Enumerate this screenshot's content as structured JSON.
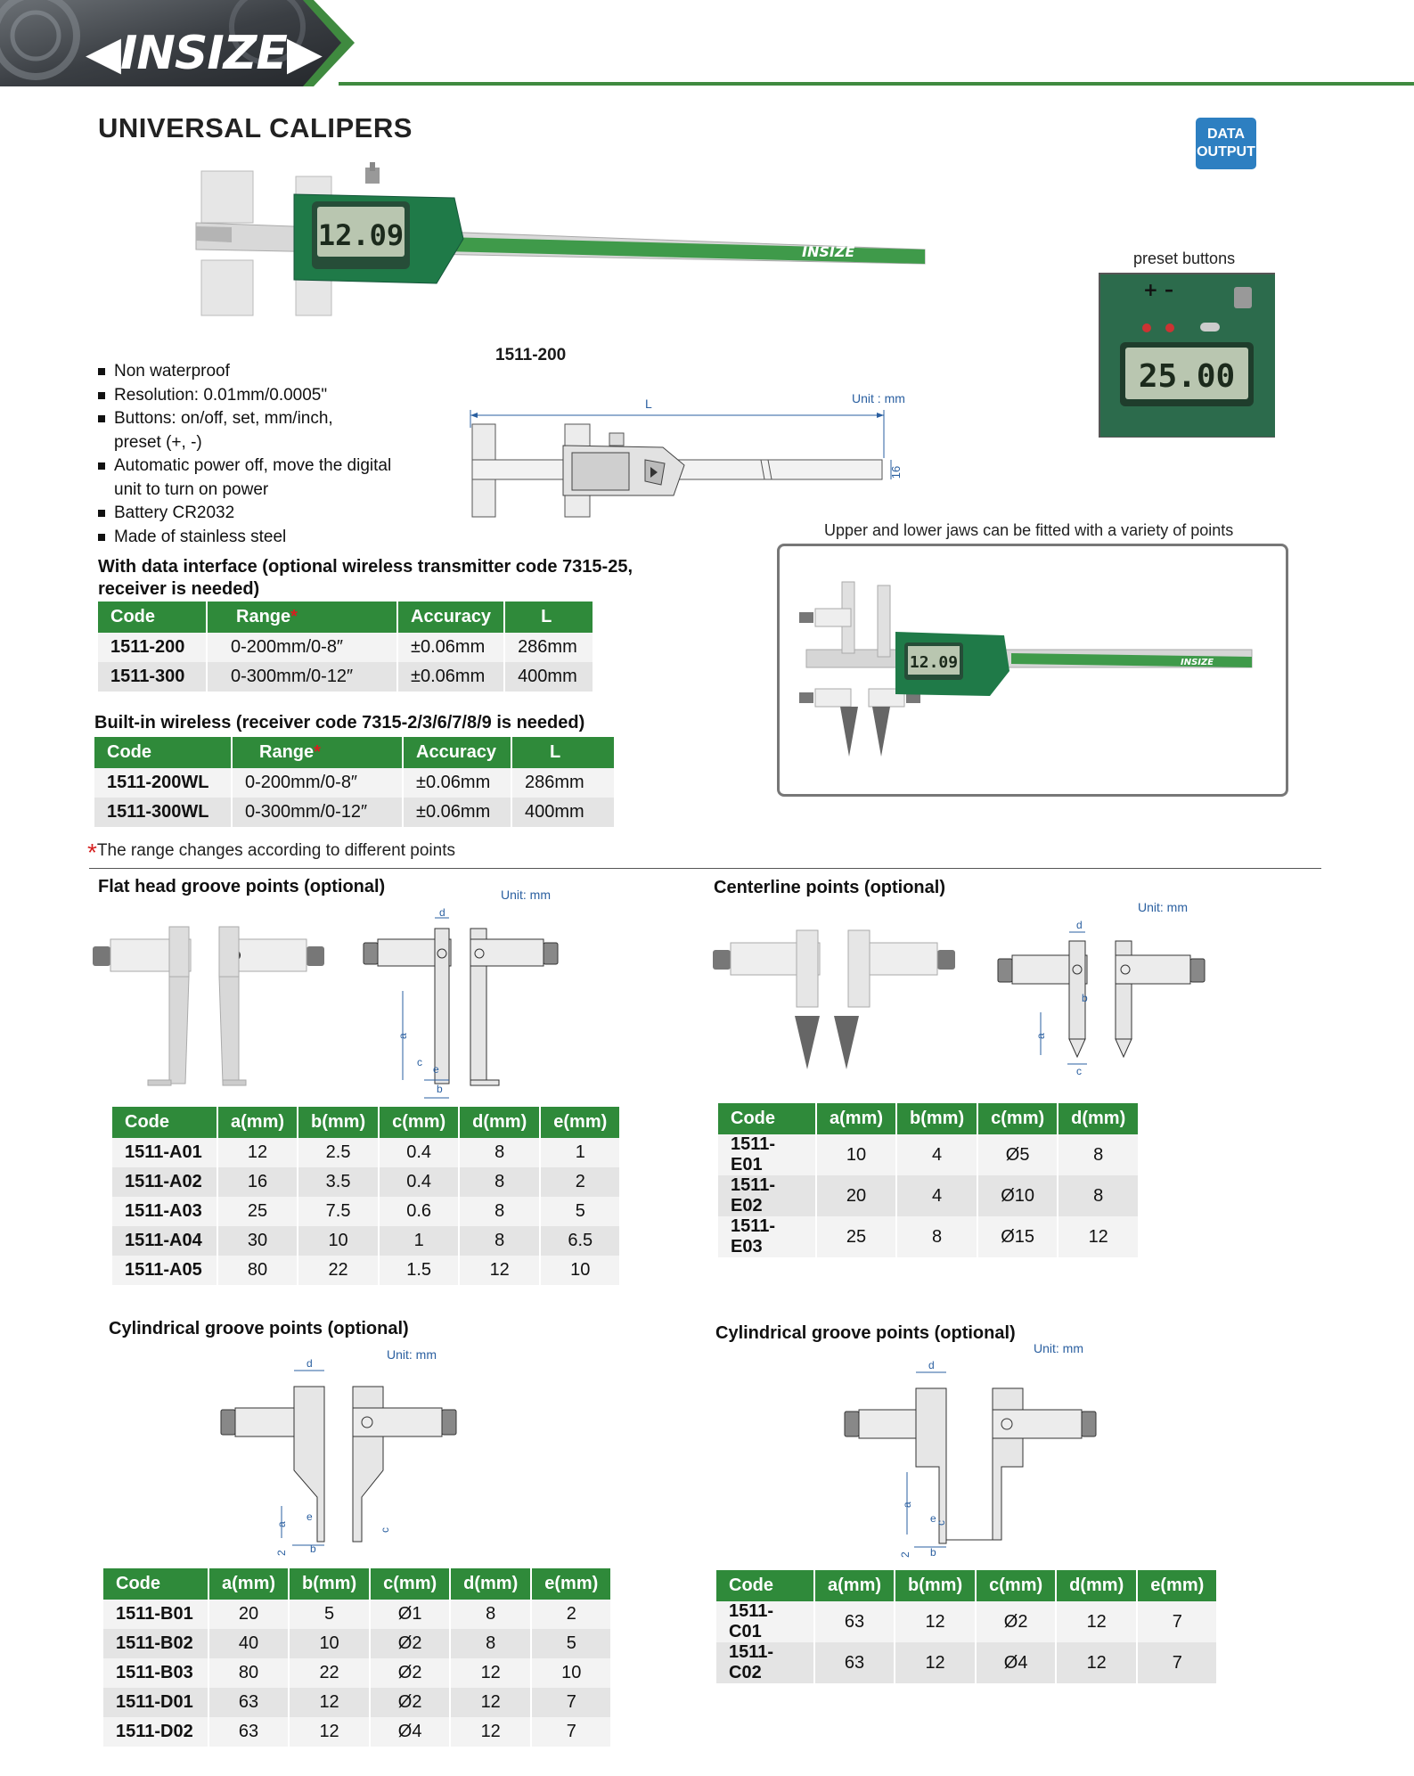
{
  "header": {
    "brand": "INSIZE"
  },
  "page_title": "UNIVERSAL CALIPERS",
  "badge": {
    "line1": "DATA",
    "line2": "OUTPUT"
  },
  "main_model": "1511-200",
  "preset_caption": "preset buttons",
  "preset_display": "25.00",
  "main_display": "12.09",
  "drawing": {
    "unit": "Unit : mm",
    "L": "L",
    "h": "16"
  },
  "features": [
    "Non waterproof",
    "Resolution: 0.01mm/0.0005\"",
    "Buttons: on/off, set, mm/inch,",
    "preset (+, -)",
    "Automatic power off, move the digital",
    "unit to turn on power",
    "Battery CR2032",
    "Made of stainless steel"
  ],
  "jaws_caption": "Upper and lower jaws can be fitted with a variety of points",
  "data_interface": {
    "heading_line1": "With data interface (optional wireless transmitter code 7315-25,",
    "heading_line2": "receiver is needed)",
    "headers": [
      "Code",
      "Range",
      "Accuracy",
      "L"
    ],
    "rows": [
      [
        "1511-200",
        "0-200mm/0-8″",
        "±0.06mm",
        "286mm"
      ],
      [
        "1511-300",
        "0-300mm/0-12″",
        "±0.06mm",
        "400mm"
      ]
    ]
  },
  "built_in": {
    "heading": "Built-in wireless (receiver code 7315-2/3/6/7/8/9 is needed)",
    "headers": [
      "Code",
      "Range",
      "Accuracy",
      "L"
    ],
    "rows": [
      [
        "1511-200WL",
        "0-200mm/0-8″",
        "±0.06mm",
        "286mm"
      ],
      [
        "1511-300WL",
        "0-300mm/0-12″",
        "±0.06mm",
        "400mm"
      ]
    ]
  },
  "range_note": "The range changes according to different points",
  "asterisk": "*",
  "flat_head": {
    "heading": "Flat head groove points (optional)",
    "unit": "Unit: mm",
    "labels": {
      "d": "d",
      "a": "a",
      "c": "c",
      "e": "e",
      "b": "b"
    },
    "headers": [
      "Code",
      "a(mm)",
      "b(mm)",
      "c(mm)",
      "d(mm)",
      "e(mm)"
    ],
    "rows": [
      [
        "1511-A01",
        "12",
        "2.5",
        "0.4",
        "8",
        "1"
      ],
      [
        "1511-A02",
        "16",
        "3.5",
        "0.4",
        "8",
        "2"
      ],
      [
        "1511-A03",
        "25",
        "7.5",
        "0.6",
        "8",
        "5"
      ],
      [
        "1511-A04",
        "30",
        "10",
        "1",
        "8",
        "6.5"
      ],
      [
        "1511-A05",
        "80",
        "22",
        "1.5",
        "12",
        "10"
      ]
    ]
  },
  "centerline": {
    "heading": "Centerline points (optional)",
    "unit": "Unit: mm",
    "labels": {
      "d": "d",
      "b": "b",
      "a": "a",
      "c": "c"
    },
    "headers": [
      "Code",
      "a(mm)",
      "b(mm)",
      "c(mm)",
      "d(mm)"
    ],
    "rows": [
      [
        "1511-E01",
        "10",
        "4",
        "Ø5",
        "8"
      ],
      [
        "1511-E02",
        "20",
        "4",
        "Ø10",
        "8"
      ],
      [
        "1511-E03",
        "25",
        "8",
        "Ø15",
        "12"
      ]
    ]
  },
  "cyl_left": {
    "heading": "Cylindrical groove points (optional)",
    "unit": "Unit: mm",
    "labels": {
      "d": "d",
      "a": "a",
      "e": "e",
      "two": "2",
      "b": "b",
      "c": "c"
    },
    "headers": [
      "Code",
      "a(mm)",
      "b(mm)",
      "c(mm)",
      "d(mm)",
      "e(mm)"
    ],
    "rows": [
      [
        "1511-B01",
        "20",
        "5",
        "Ø1",
        "8",
        "2"
      ],
      [
        "1511-B02",
        "40",
        "10",
        "Ø2",
        "8",
        "5"
      ],
      [
        "1511-B03",
        "80",
        "22",
        "Ø2",
        "12",
        "10"
      ],
      [
        "1511-D01",
        "63",
        "12",
        "Ø2",
        "12",
        "7"
      ],
      [
        "1511-D02",
        "63",
        "12",
        "Ø4",
        "12",
        "7"
      ]
    ]
  },
  "cyl_right": {
    "heading": "Cylindrical groove points (optional)",
    "unit": "Unit: mm",
    "labels": {
      "d": "d",
      "a": "a",
      "e": "e",
      "c": "c",
      "two": "2",
      "b": "b"
    },
    "headers": [
      "Code",
      "a(mm)",
      "b(mm)",
      "c(mm)",
      "d(mm)",
      "e(mm)"
    ],
    "rows": [
      [
        "1511-C01",
        "63",
        "12",
        "Ø2",
        "12",
        "7"
      ],
      [
        "1511-C02",
        "63",
        "12",
        "Ø4",
        "12",
        "7"
      ]
    ]
  }
}
